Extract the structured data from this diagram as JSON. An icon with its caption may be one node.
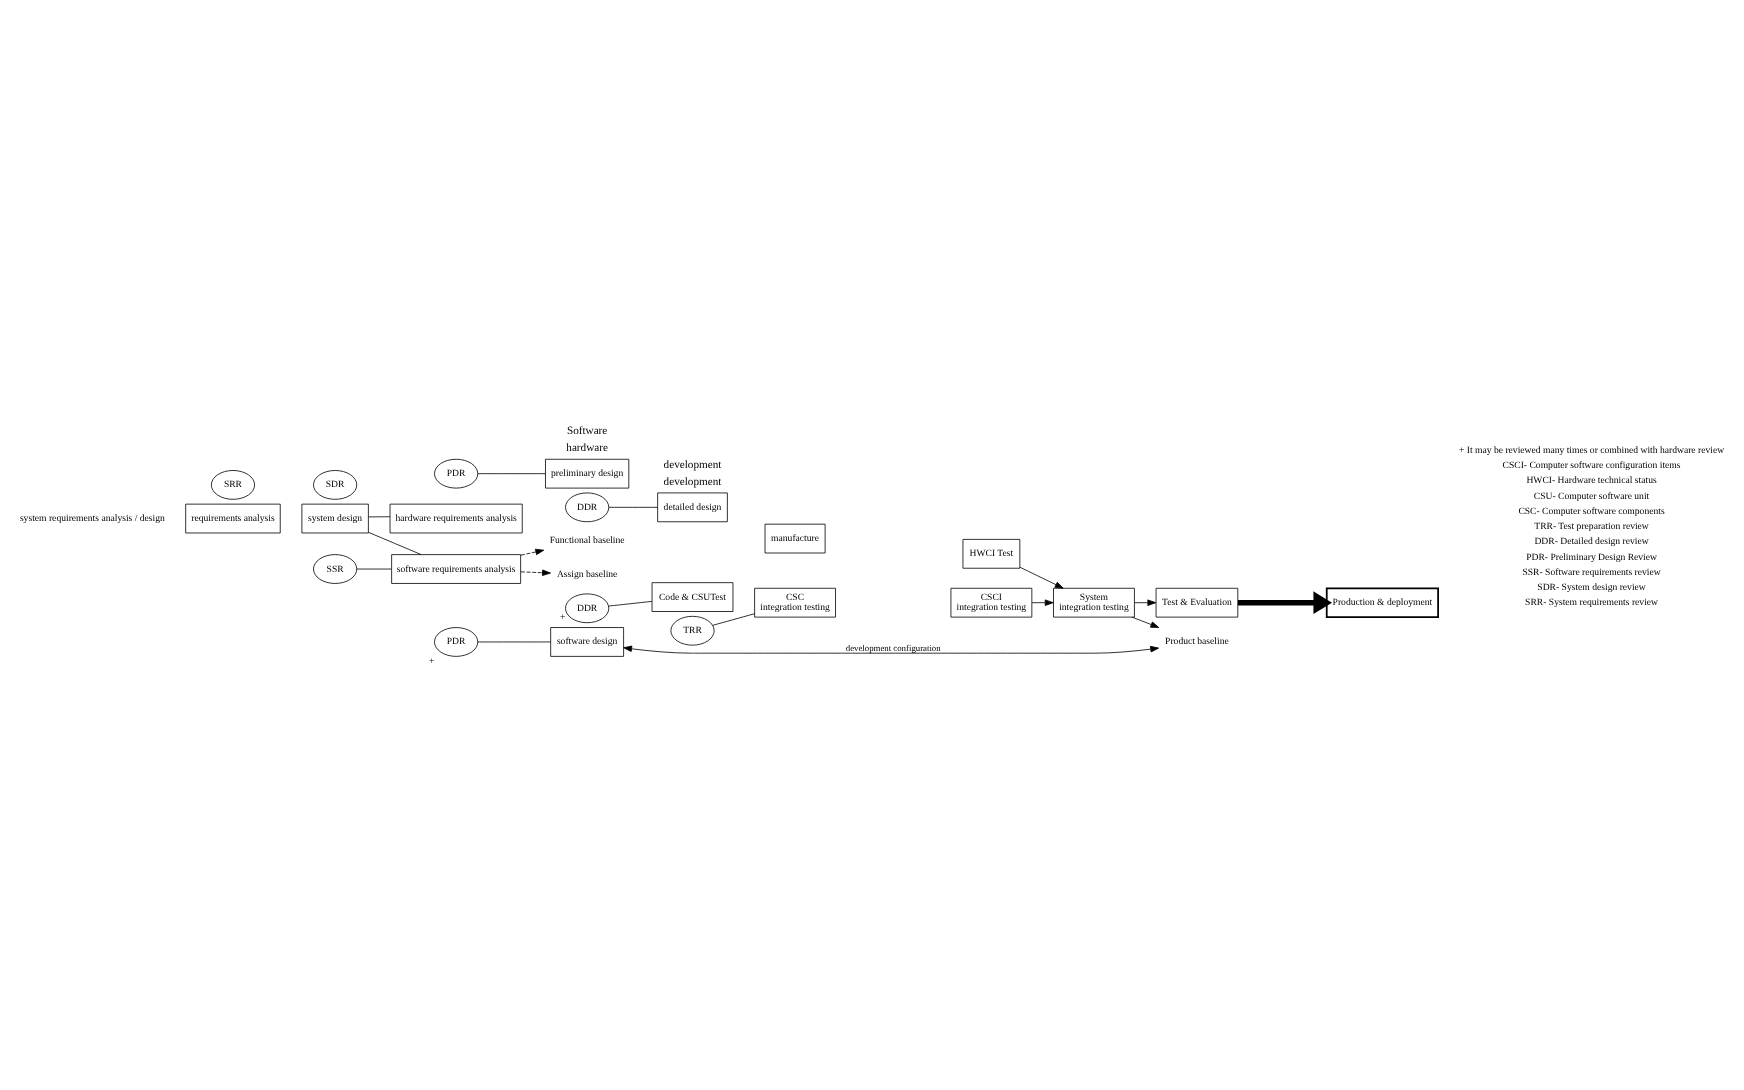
{
  "diagram": {
    "nodes": [
      {
        "text": [
          "requirements analysis"
        ]
      },
      {
        "text": [
          "system design"
        ]
      },
      {
        "text": [
          "SRR"
        ]
      },
      {
        "text": [
          "SDR"
        ]
      },
      {
        "text": [
          "hardware requirements analysis"
        ]
      },
      {
        "text": [
          "preliminary design"
        ]
      },
      {
        "text": [
          "detailed design"
        ]
      },
      {
        "text": [
          "manufacture"
        ]
      },
      {
        "text": [
          "HWCI Test"
        ]
      },
      {
        "text": [
          "PDR"
        ]
      },
      {
        "text": [
          "DDR"
        ]
      },
      {
        "text": [
          "System",
          "integration testing"
        ]
      },
      {
        "text": [
          "Test & Evaluation"
        ]
      },
      {
        "text": [
          "Production & deployment"
        ]
      },
      {
        "text": [
          "SSR"
        ]
      },
      {
        "text": [
          "PDR"
        ],
        "beside": [
          "+"
        ]
      },
      {
        "text": [
          "DDR"
        ],
        "beside": [
          "+"
        ]
      },
      {
        "text": [
          "software requirements analysis"
        ]
      },
      {
        "text": [
          "software design"
        ]
      },
      {
        "text": [
          "Code & CSUTest"
        ]
      },
      {
        "text": [
          "TRR"
        ]
      },
      {
        "text": [
          "CSC",
          "integration testing"
        ]
      },
      {
        "text": [
          "CSCI",
          "integration testing"
        ]
      },
      {
        "text": [
          "Functional baseline"
        ]
      },
      {
        "text": [
          "Assign baseline"
        ]
      },
      {
        "text": [
          "Product baseline"
        ]
      }
    ],
    "edges": [
      {
        "from": 1,
        "to": 4,
        "arrow": "none"
      },
      {
        "from": 1,
        "to": 17,
        "arrow": "none"
      },
      {
        "from": 9,
        "to": 5,
        "arrow": "none"
      },
      {
        "from": 10,
        "to": 6,
        "arrow": "none"
      },
      {
        "from": 14,
        "to": 17,
        "arrow": "none"
      },
      {
        "from": 15,
        "to": 18,
        "arrow": "none"
      },
      {
        "from": 16,
        "to": 19,
        "arrow": "none"
      },
      {
        "from": 20,
        "to": 21,
        "arrow": "none"
      },
      {
        "from": 8,
        "to": 11,
        "arrow": "to"
      },
      {
        "from": 22,
        "to": 11,
        "arrow": "to"
      },
      {
        "from": 11,
        "to": 12,
        "arrow": "to"
      },
      {
        "from": 11,
        "to": 25,
        "arrow": "to"
      },
      {
        "from": 12,
        "to": 13,
        "arrow": "to",
        "style": "thick"
      },
      {
        "from": 17,
        "to": 23,
        "arrow": "to",
        "style": "dashed"
      },
      {
        "from": 17,
        "to": 24,
        "arrow": "to",
        "style": "dashed"
      },
      {
        "from": 18,
        "to": 25,
        "arrow": "both",
        "label": "development configuration"
      }
    ],
    "labels": [
      "development",
      "hardware",
      "system requirements analysis / design",
      "Software",
      "development",
      "SRR- System requirements review",
      "SDR- System design review",
      "SSR- Software requirements review",
      "PDR- Preliminary Design Review",
      "DDR- Detailed design review",
      "TRR- Test preparation review",
      "CSC- Computer software components",
      "CSU- Computer software unit",
      "HWCI- Hardware technical status",
      "CSCI- Computer software configuration items",
      "+ It may be reviewed many times or combined with hardware review"
    ]
  }
}
